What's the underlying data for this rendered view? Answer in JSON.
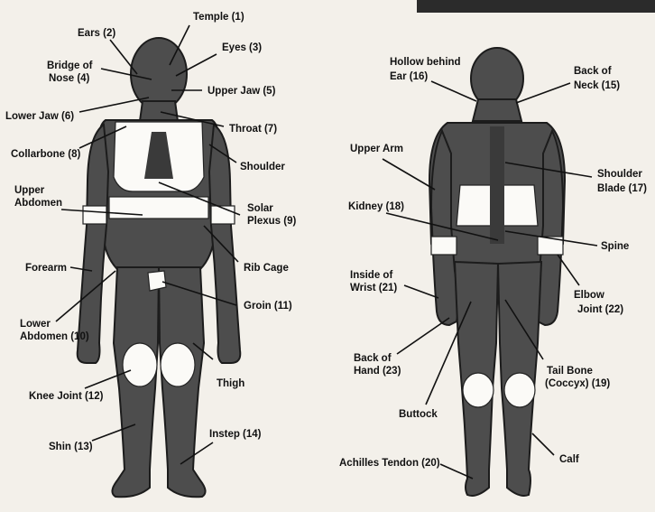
{
  "front_labels": {
    "temple": "Temple (1)",
    "ears": "Ears (2)",
    "eyes": "Eyes (3)",
    "bridge_nose_1": "Bridge of",
    "bridge_nose_2": "Nose (4)",
    "upper_jaw": "Upper Jaw (5)",
    "lower_jaw": "Lower Jaw (6)",
    "throat": "Throat (7)",
    "collarbone": "Collarbone (8)",
    "shoulder": "Shoulder",
    "upper_abdomen_1": "Upper",
    "upper_abdomen_2": "Abdomen",
    "solar_plexus_1": "Solar",
    "solar_plexus_2": "Plexus (9)",
    "forearm": "Forearm",
    "rib_cage": "Rib Cage",
    "groin": "Groin (11)",
    "lower_abdomen_1": "Lower",
    "lower_abdomen_2": "Abdomen (10)",
    "thigh": "Thigh",
    "knee_joint": "Knee Joint (12)",
    "instep": "Instep (14)",
    "shin": "Shin (13)"
  },
  "back_labels": {
    "hollow_ear_1": "Hollow behind",
    "hollow_ear_2": "Ear (16)",
    "back_neck_1": "Back of",
    "back_neck_2": "Neck (15)",
    "upper_arm": "Upper Arm",
    "shoulder_blade_1": "Shoulder",
    "shoulder_blade_2": "Blade (17)",
    "kidney": "Kidney (18)",
    "spine": "Spine",
    "inside_wrist_1": "Inside of",
    "inside_wrist_2": "Wrist (21)",
    "elbow_joint_1": "Elbow",
    "elbow_joint_2": "Joint (22)",
    "back_hand_1": "Back of",
    "back_hand_2": "Hand (23)",
    "tail_bone_1": "Tail Bone",
    "tail_bone_2": "(Coccyx) (19)",
    "buttock": "Buttock",
    "achilles": "Achilles Tendon (20)",
    "calf": "Calf"
  }
}
